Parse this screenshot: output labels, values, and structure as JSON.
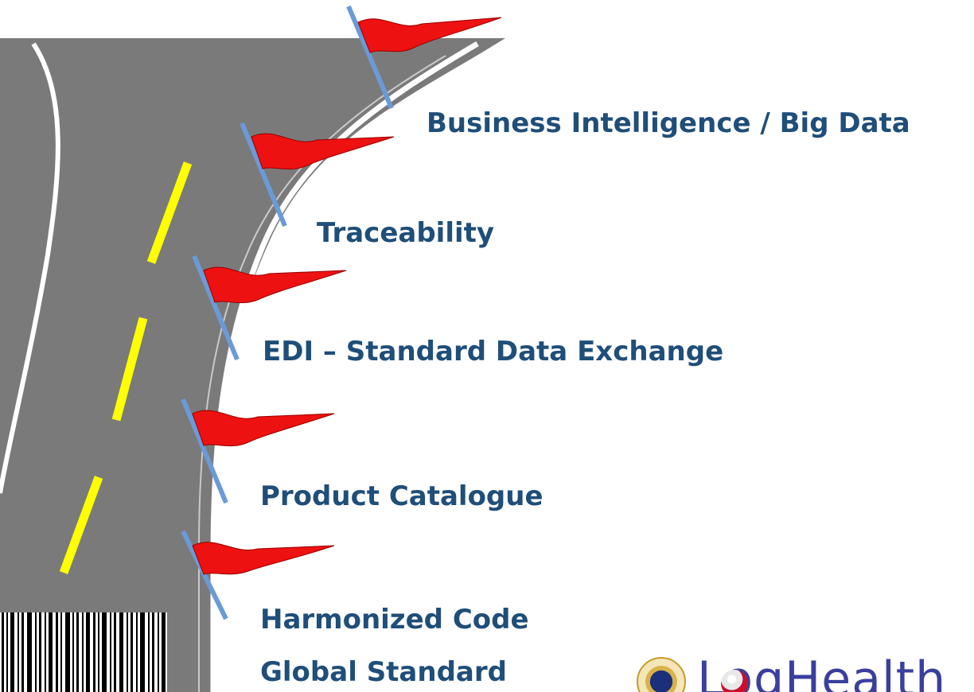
{
  "milestones": [
    {
      "label": "Business Intelligence / Big Data"
    },
    {
      "label": "Traceability"
    },
    {
      "label": "EDI – Standard Data Exchange"
    },
    {
      "label": "Product Catalogue"
    },
    {
      "label": "Harmonized Code"
    },
    {
      "label": "Global Standard"
    }
  ],
  "logo": {
    "text": "LogHealth"
  },
  "colors": {
    "road": "#7a7a7a",
    "road_edge": "#ffffff",
    "center_dash": "#ffff00",
    "flag": "#ee1111",
    "flag_pole": "#6a9ad8",
    "label": "#1f4e79",
    "logo_text": "#3a3f9e"
  },
  "icons": [
    "red-flag-icon",
    "barcode-icon",
    "university-seal-icon"
  ]
}
